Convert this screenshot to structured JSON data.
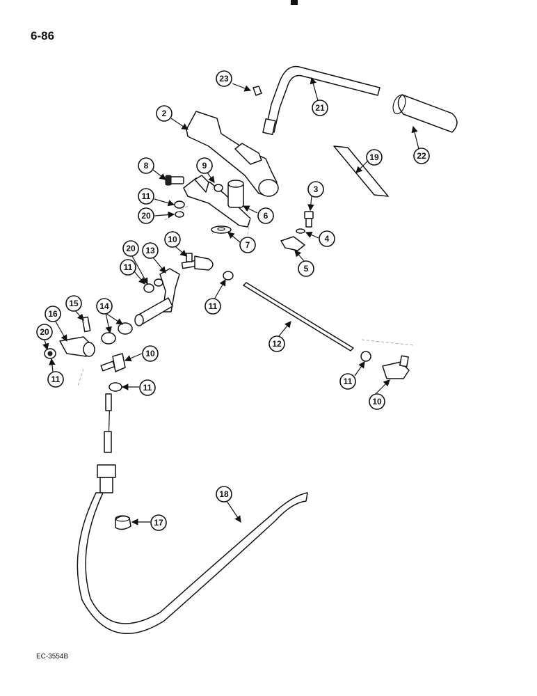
{
  "page": {
    "page_number": "6-86",
    "reference_code": "EC-3554B"
  },
  "callouts": [
    "23",
    "21",
    "22",
    "2",
    "19",
    "8",
    "9",
    "3",
    "11",
    "6",
    "20",
    "4",
    "7",
    "10",
    "20",
    "13",
    "11",
    "5",
    "11",
    "15",
    "14",
    "16",
    "20",
    "12",
    "10",
    "11",
    "11",
    "11",
    "10",
    "18",
    "17"
  ]
}
